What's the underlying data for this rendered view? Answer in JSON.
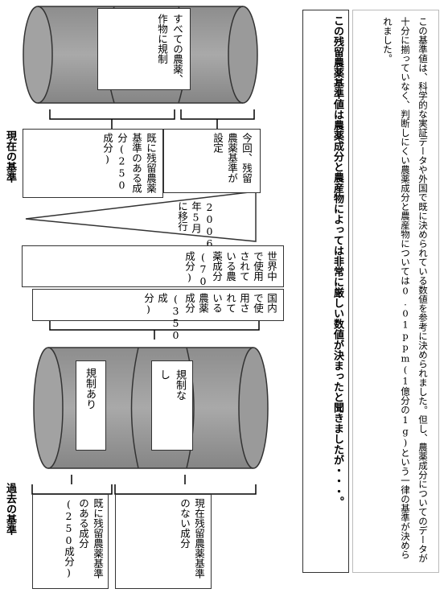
{
  "labels": {
    "current_standard": "現在の基準",
    "past_standard": "過去の基準"
  },
  "current": {
    "all_regulated": "すべての農薬、作物に規制",
    "existing_components": "既に残留農薬基準のある成分(250成分)",
    "new_components": "今回、残留農薬基準が設定"
  },
  "transition": {
    "arrow_label": "2006年5月に移行"
  },
  "middle": {
    "world_components": "世界中で使用されている農薬成分(700成分)",
    "domestic_components": "国内で使用されている農薬成分(350成分)"
  },
  "past": {
    "regulated": "規制あり",
    "unregulated": "規制なし",
    "existing_standard": "既に残留農薬基準のある成分(250成分)",
    "no_standard": "現在残留農薬基準のない成分"
  },
  "headline": "この残留農薬基準値は農薬成分と農産物によっては非常に厳しい数値が決まったと聞きましたが・・・。",
  "explanation": "この基準値は、科学的な実証データや外国で既に決められている数値を参考に決められました。但し、農薬成分についてのデータが十分に揃っていなく、判断しにくい農薬成分と農産物については0.01ppm(1億分の1g)という一律の基準が決められました。"
}
